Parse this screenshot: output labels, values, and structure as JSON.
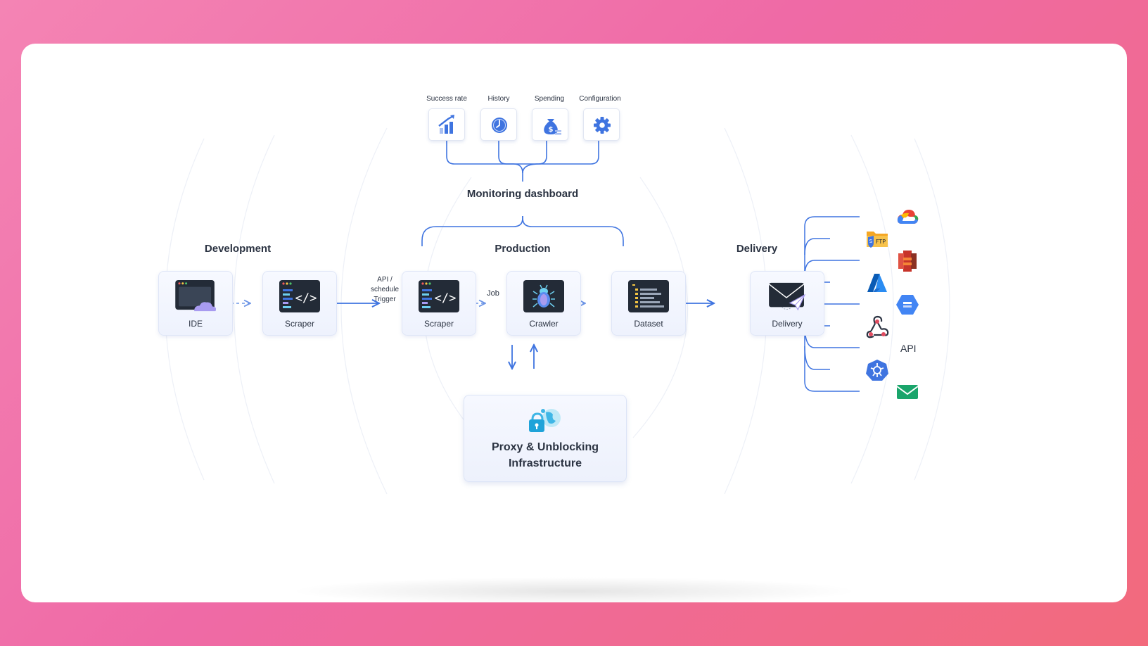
{
  "sections": {
    "development": "Development",
    "production": "Production",
    "delivery": "Delivery",
    "monitoring": "Monitoring dashboard"
  },
  "monitoring_items": [
    {
      "label": "Success rate",
      "icon": "chart-up-icon"
    },
    {
      "label": "History",
      "icon": "clock-icon"
    },
    {
      "label": "Spending",
      "icon": "money-bag-icon"
    },
    {
      "label": "Configuration",
      "icon": "gear-icon"
    }
  ],
  "nodes": {
    "ide": "IDE",
    "dev_scraper": "Scraper",
    "prod_scraper": "Scraper",
    "crawler": "Crawler",
    "dataset": "Dataset",
    "delivery": "Delivery"
  },
  "edge_labels": {
    "trigger": "API /\nschedule\nTrigger",
    "job": "Job"
  },
  "proxy": {
    "title": "Proxy & Unblocking\nInfrastructure"
  },
  "destinations": [
    {
      "name": "google-cloud-icon"
    },
    {
      "name": "sftp-icon"
    },
    {
      "name": "aws-s3-icon"
    },
    {
      "name": "azure-icon"
    },
    {
      "name": "google-cloud-storage-icon"
    },
    {
      "name": "webhook-icon"
    },
    {
      "name": "api-text",
      "label": "API"
    },
    {
      "name": "kubernetes-icon"
    },
    {
      "name": "email-icon"
    }
  ],
  "colors": {
    "accent": "#3f74e0",
    "dark_icon": "#232b37",
    "text": "#2b3342"
  }
}
